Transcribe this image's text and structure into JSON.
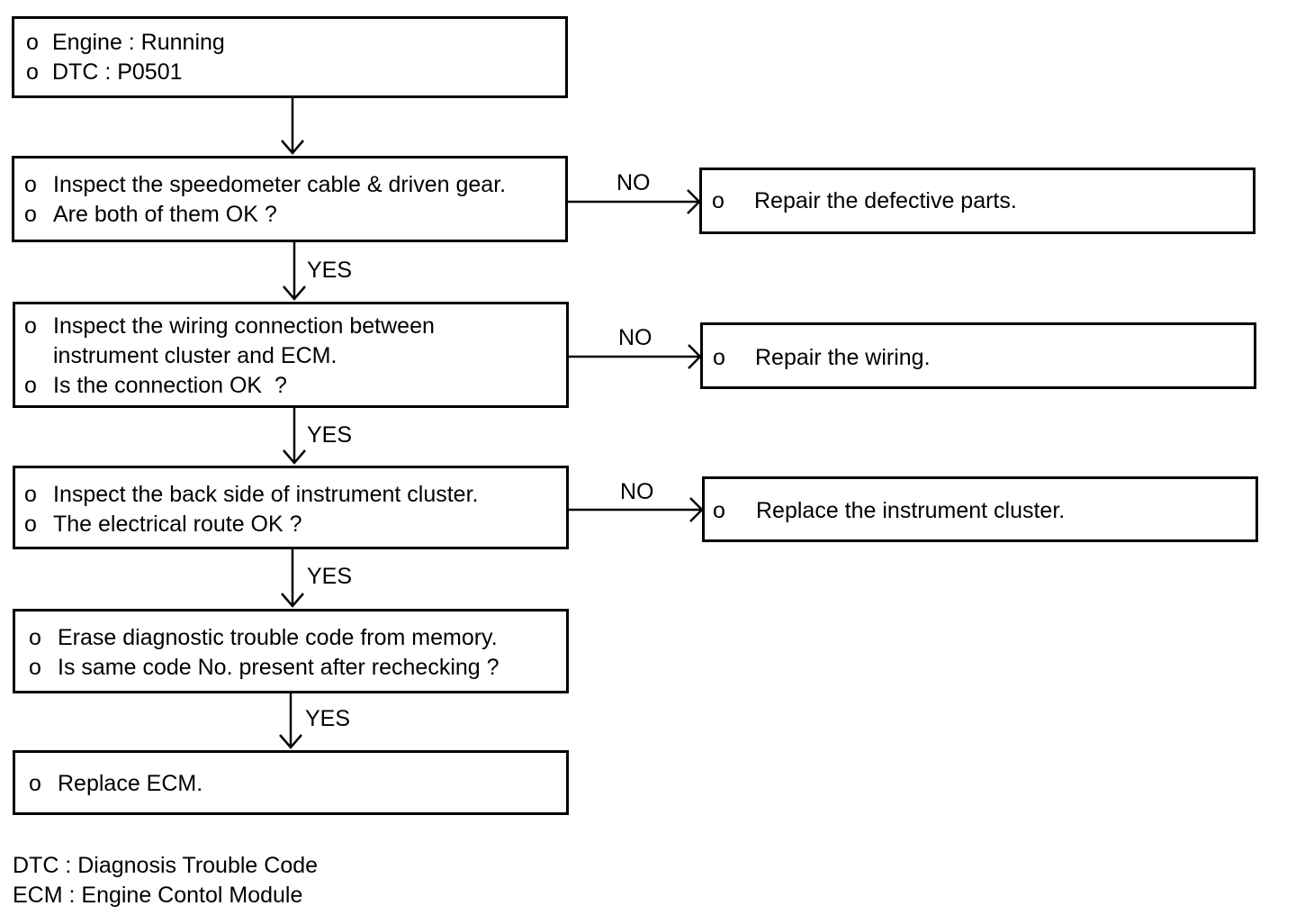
{
  "flow": {
    "bullet": "o",
    "start": {
      "lines": [
        "Engine : Running",
        "DTC : P0501"
      ]
    },
    "step1": {
      "lines": [
        "Inspect the speedometer cable & driven gear.",
        "Are both of them OK ?"
      ]
    },
    "step2": {
      "lines": [
        "Inspect the wiring connection between",
        "instrument cluster and ECM.",
        "Is the connection OK  ?"
      ]
    },
    "step3": {
      "lines": [
        "Inspect the back side of instrument cluster.",
        "The electrical route OK ?"
      ]
    },
    "step4": {
      "lines": [
        "Erase diagnostic trouble code from memory.",
        "Is same code No. present after rechecking ?"
      ]
    },
    "end": {
      "lines": [
        "Replace ECM."
      ]
    },
    "action1": {
      "text": "Repair the defective parts."
    },
    "action2": {
      "text": "Repair the wiring."
    },
    "action3": {
      "text": "Replace the instrument cluster."
    },
    "yes_label": "YES",
    "no_label": "NO"
  },
  "legend": {
    "dtc": "DTC : Diagnosis Trouble Code",
    "ecm": "ECM : Engine Contol Module"
  }
}
